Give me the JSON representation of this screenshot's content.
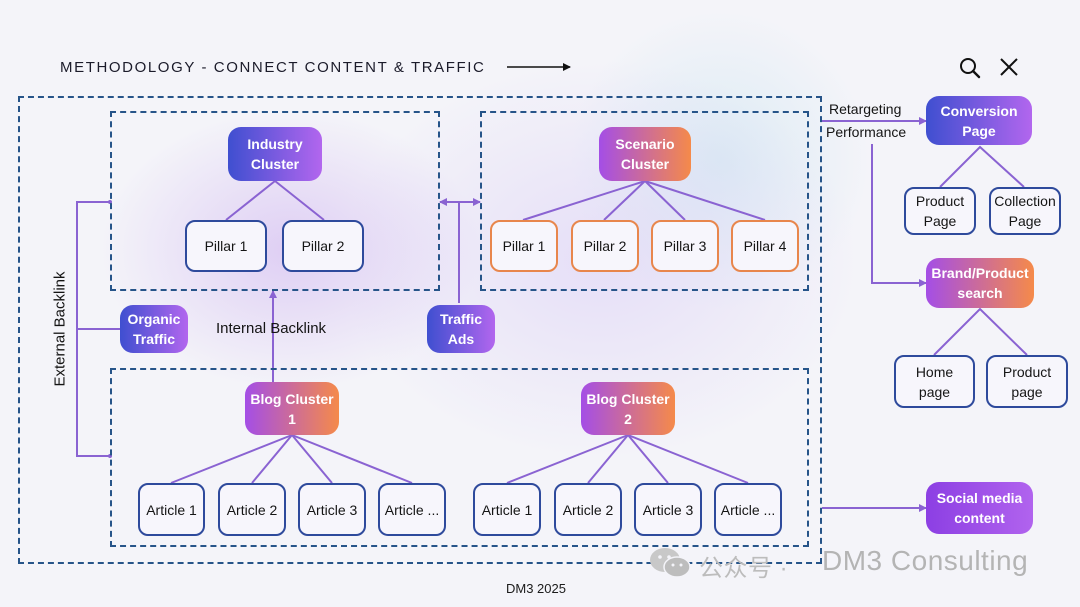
{
  "header": {
    "title": "METHODOLOGY - CONNECT CONTENT & TRAFFIC"
  },
  "icons": {
    "search": "search-icon",
    "close": "close-icon"
  },
  "industry_cluster": {
    "label": "Industry\nCluster",
    "pillars": [
      "Pillar 1",
      "Pillar 2"
    ]
  },
  "scenario_cluster": {
    "label": "Scenario\nCluster",
    "pillars": [
      "Pillar 1",
      "Pillar 2",
      "Pillar 3",
      "Pillar 4"
    ]
  },
  "organic_traffic": "Organic\nTraffic",
  "traffic_ads": "Traffic\nAds",
  "external_backlink": "External Backlink",
  "internal_backlink": "Internal Backlink",
  "blog_clusters": [
    {
      "label": "Blog Cluster\n1",
      "articles": [
        "Article 1",
        "Article 2",
        "Article 3",
        "Article ..."
      ]
    },
    {
      "label": "Blog Cluster\n2",
      "articles": [
        "Article 1",
        "Article 2",
        "Article 3",
        "Article ..."
      ]
    }
  ],
  "retargeting": "Retargeting",
  "performance": "Performance",
  "conversion_page": {
    "label": "Conversion\nPage",
    "children": [
      "Product\nPage",
      "Collection\nPage"
    ]
  },
  "brand_search": {
    "label": "Brand/Product\nsearch",
    "children": [
      "Home\npage",
      "Product\npage"
    ]
  },
  "social_media": "Social media\ncontent",
  "watermark": {
    "cn": "公众号 ·",
    "en": "DM3 Consulting"
  },
  "footer": "DM3 2025",
  "colors": {
    "frame": "#265489",
    "connector": "#8a63d2",
    "node_border": "#2e4a9c",
    "accent_orange": "#f58a4a",
    "accent_purple": "#a44ee6",
    "accent_blue": "#3f4fd0"
  }
}
